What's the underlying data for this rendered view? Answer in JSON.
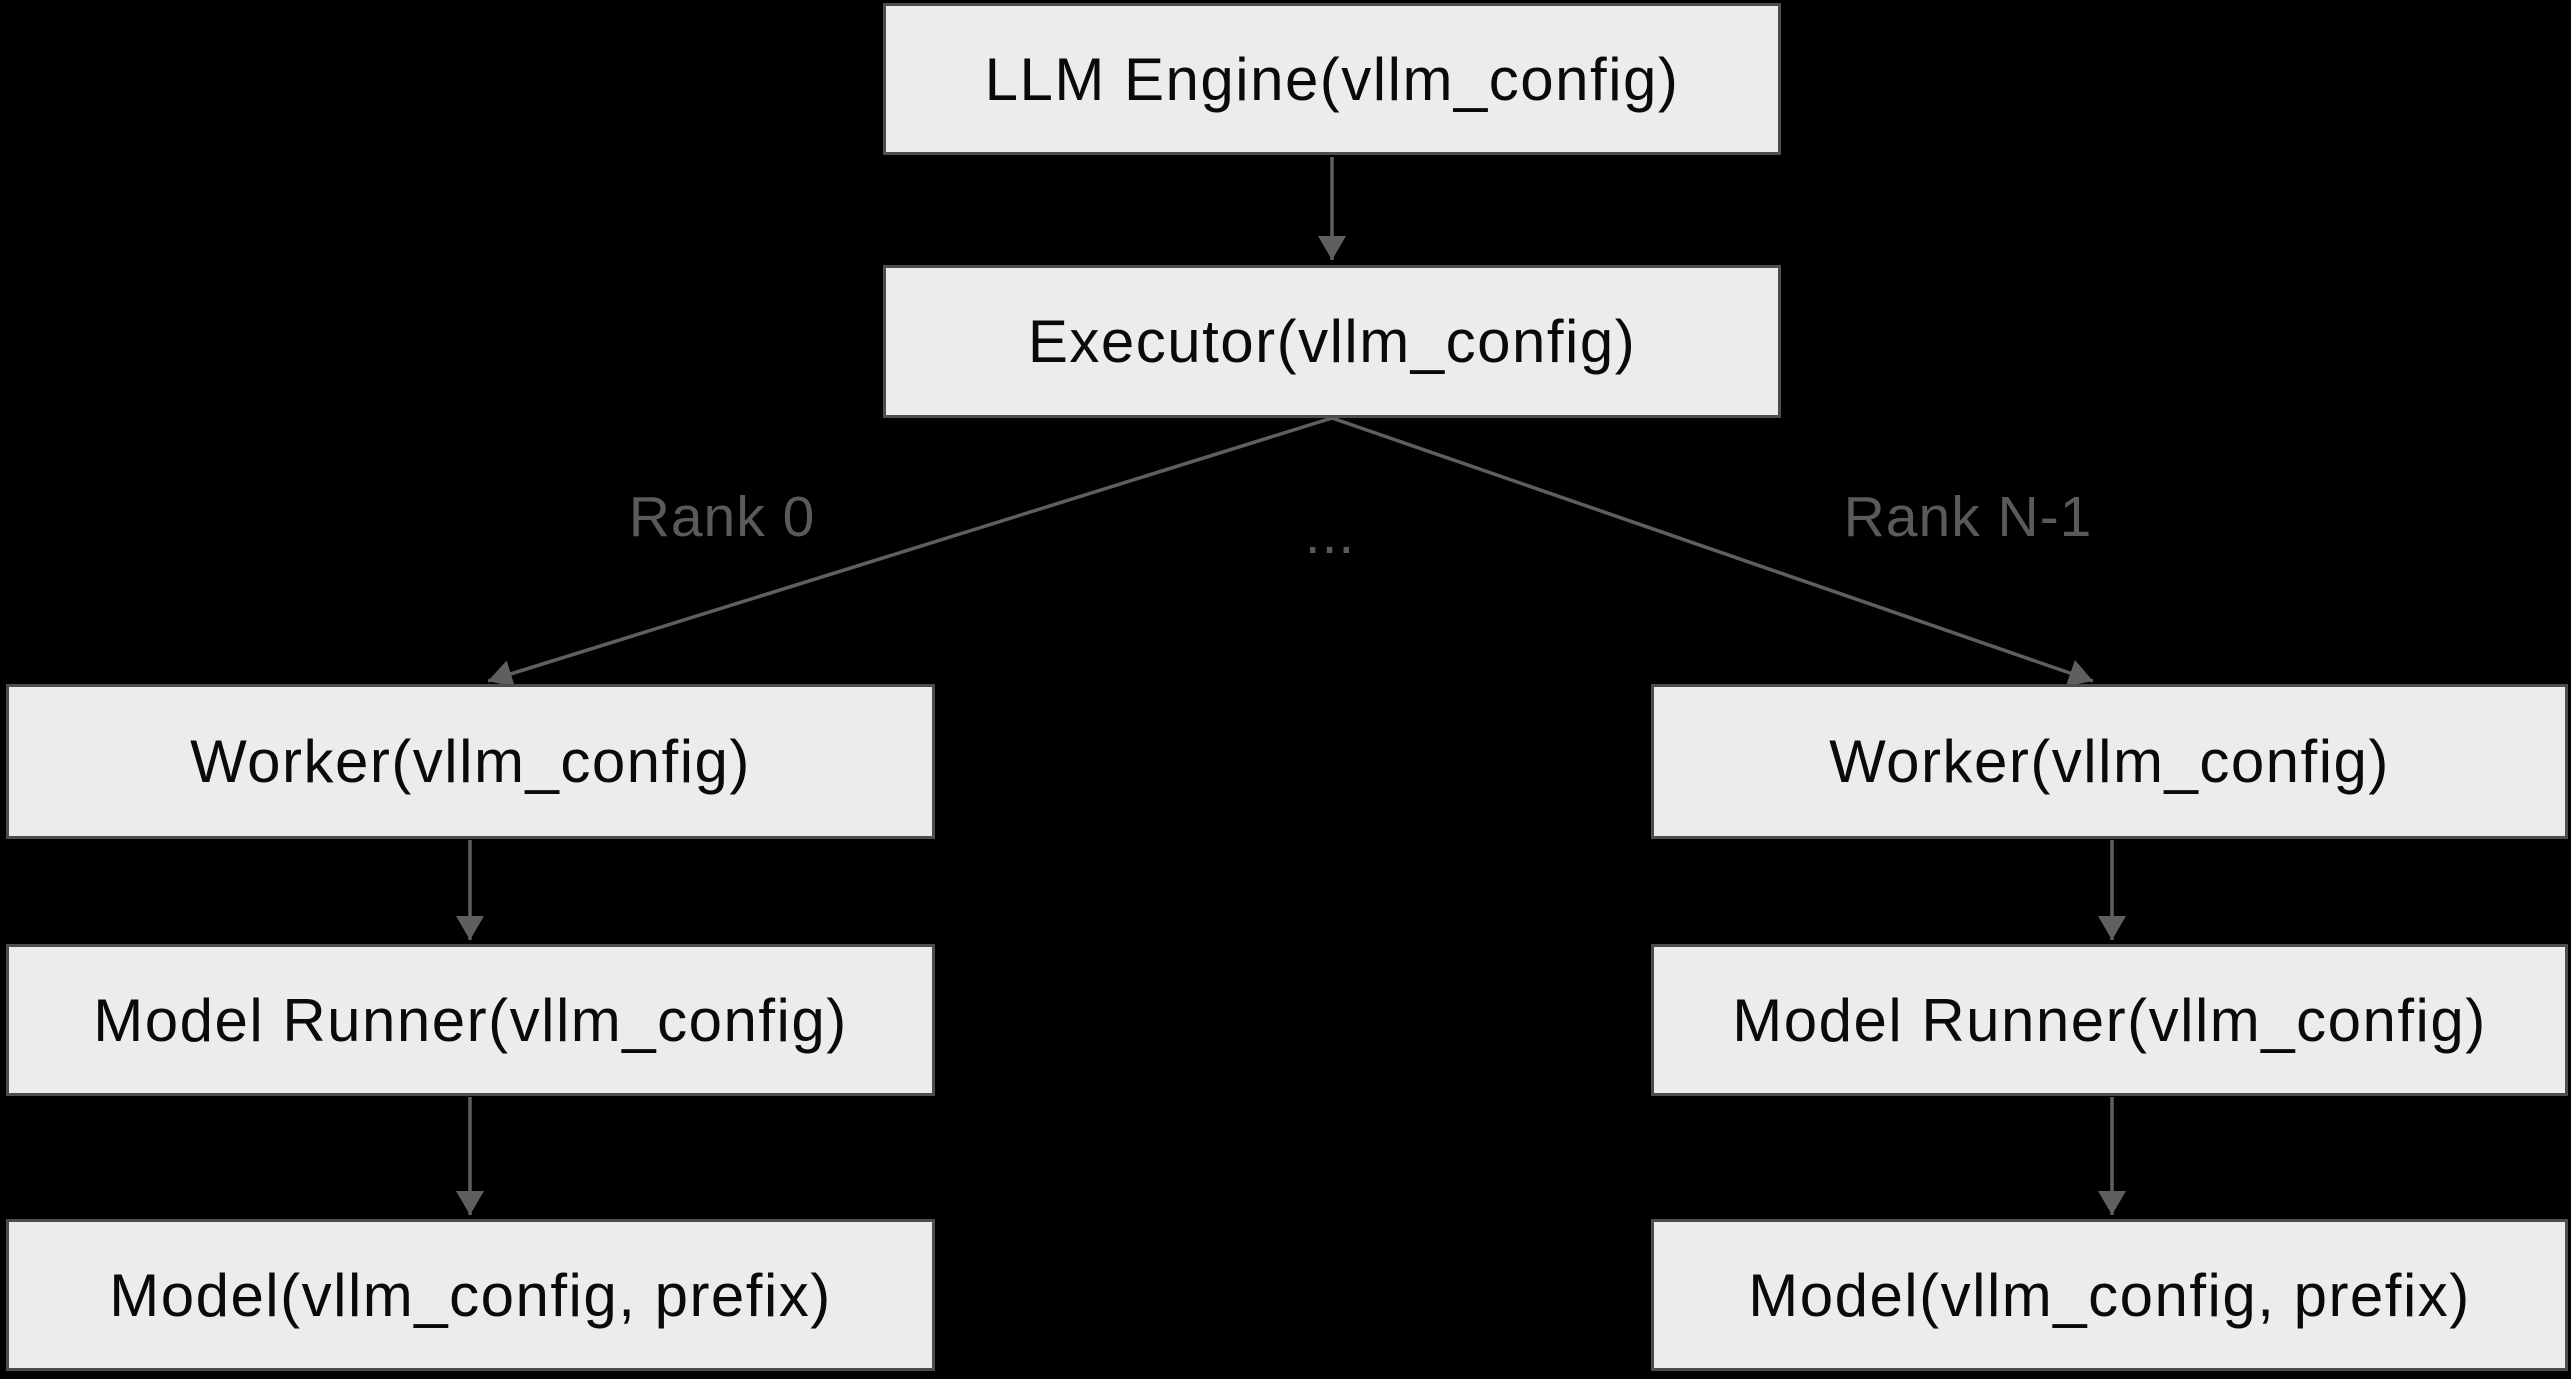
{
  "diagram": {
    "type": "flowchart-top-down",
    "nodes": {
      "llm_engine": {
        "label": "LLM Engine(vllm_config)"
      },
      "executor": {
        "label": "Executor(vllm_config)"
      },
      "worker_rank0": {
        "label": "Worker(vllm_config)"
      },
      "model_runner_rank0": {
        "label": "Model Runner(vllm_config)"
      },
      "model_rank0": {
        "label": "Model(vllm_config, prefix)"
      },
      "worker_rankn": {
        "label": "Worker(vllm_config)"
      },
      "model_runner_rankn": {
        "label": "Model Runner(vllm_config)"
      },
      "model_rankn": {
        "label": "Model(vllm_config, prefix)"
      }
    },
    "edges": [
      {
        "from": "llm_engine",
        "to": "executor",
        "label": ""
      },
      {
        "from": "executor",
        "to": "worker_rank0",
        "label": "Rank 0"
      },
      {
        "from": "executor",
        "to": "worker_rankn",
        "label": "Rank N-1"
      },
      {
        "from": "worker_rank0",
        "to": "model_runner_rank0",
        "label": ""
      },
      {
        "from": "model_runner_rank0",
        "to": "model_rank0",
        "label": ""
      },
      {
        "from": "worker_rankn",
        "to": "model_runner_rankn",
        "label": ""
      },
      {
        "from": "model_runner_rankn",
        "to": "model_rankn",
        "label": ""
      }
    ],
    "edge_labels": {
      "rank0": "Rank 0",
      "ellipsis": "...",
      "rank_n_minus_1": "Rank N-1"
    },
    "colors": {
      "background": "#000000",
      "node_fill": "#ececec",
      "node_border": "#4d4d4d",
      "node_text": "#0a0a0a",
      "edge": "#5f5f5f",
      "edge_label_text": "#5a5a5a"
    }
  }
}
